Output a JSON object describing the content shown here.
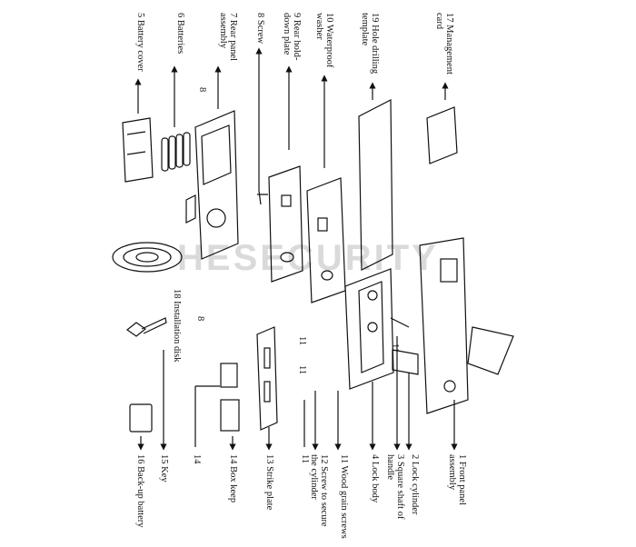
{
  "watermark": "HESECURITY",
  "labels_top": {
    "battery_cover": "5 Battery cover",
    "batteries": "6 Batteries",
    "rear_panel": [
      "7 Rear panel",
      "assembly"
    ],
    "screw": "8 Screw",
    "rear_hold_down": [
      "9 Rear hold-",
      "down plate"
    ],
    "waterproof": [
      "10 Waterproof",
      "washer"
    ],
    "hole_template": [
      "19 Hole drilling",
      "template"
    ],
    "management_card": [
      "17 Management",
      "card"
    ]
  },
  "labels_mid": {
    "install_disk": "18 Installation disk",
    "num_8": "8",
    "num_8b": "8",
    "num_11a": "11",
    "num_11b": "11",
    "num_11c": "11"
  },
  "labels_bottom": {
    "backup_battery": "16 Back-up battery",
    "key": "15 Key",
    "num_14": "14",
    "box_keep": "14 Box keep",
    "strike_plate": "13 Strike plate",
    "num_11": "11",
    "screw_cylinder": [
      "12 Screw to secure",
      "the cylinder"
    ],
    "wood_screws": "11 Wood grain screws",
    "lock_body": "4 Lock body",
    "square_shaft": [
      "3 Square shaft of",
      "handle"
    ],
    "lock_cylinder": "2 Lock cylinder",
    "front_panel": [
      "1 Front panel",
      "assembly"
    ]
  }
}
